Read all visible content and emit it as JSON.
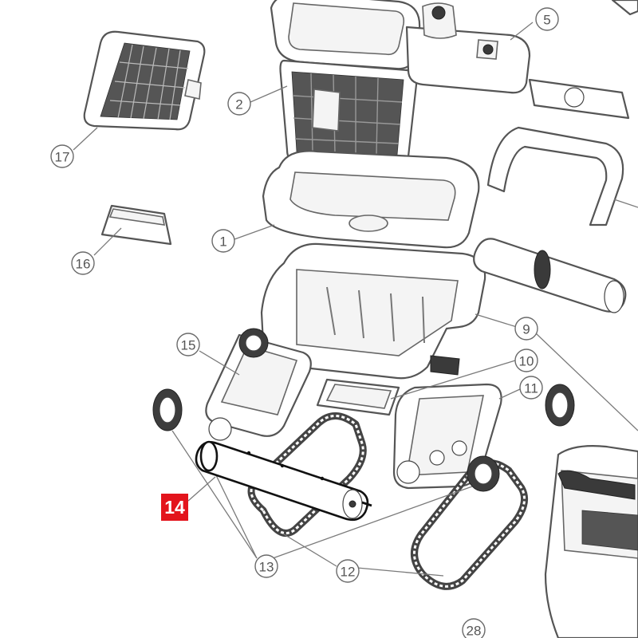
{
  "highlight": {
    "part": "14",
    "color": "#e3141c"
  },
  "callouts": [
    "1",
    "2",
    "5",
    "9",
    "10",
    "11",
    "12",
    "13",
    "15",
    "16",
    "17",
    "28"
  ]
}
